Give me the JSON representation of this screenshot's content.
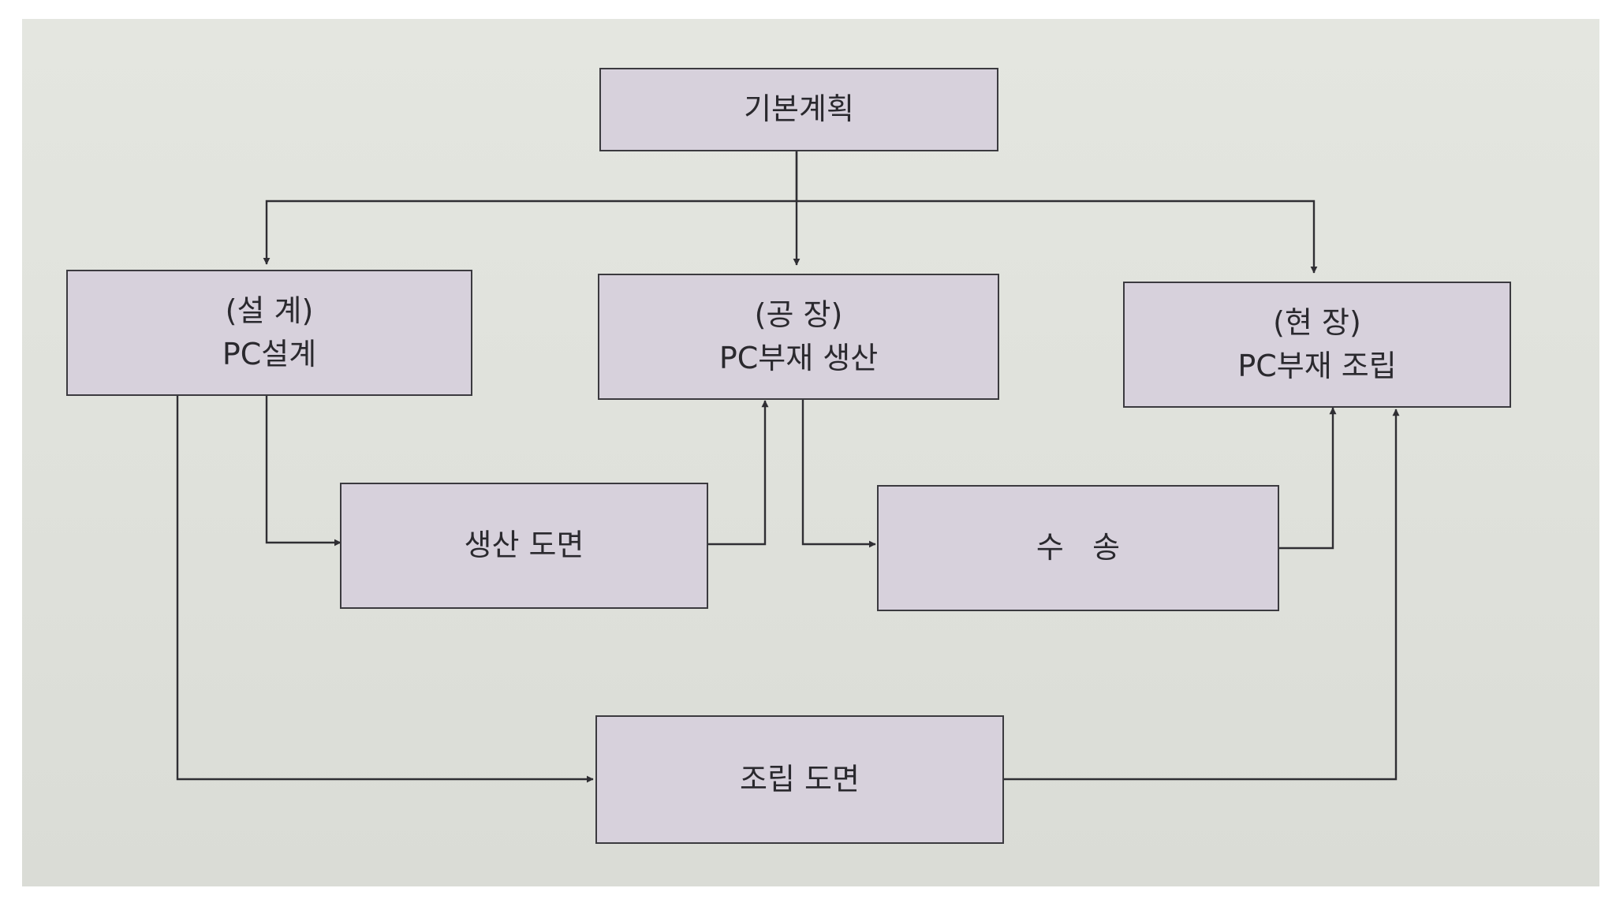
{
  "diagram": {
    "nodes": {
      "basic_plan": {
        "label": "기본계획"
      },
      "design": {
        "category": "(설 계)",
        "label": "PC설계"
      },
      "factory": {
        "category": "(공 장)",
        "label": "PC부재 생산"
      },
      "site": {
        "category": "(현 장)",
        "label": "PC부재 조립"
      },
      "production_drawing": {
        "label": "생산 도면"
      },
      "transport": {
        "label": "수   송"
      },
      "assembly_drawing": {
        "label": "조립 도면"
      }
    },
    "edges": [
      {
        "from": "basic_plan",
        "to": "design"
      },
      {
        "from": "basic_plan",
        "to": "factory"
      },
      {
        "from": "basic_plan",
        "to": "site"
      },
      {
        "from": "design",
        "to": "production_drawing"
      },
      {
        "from": "design",
        "to": "assembly_drawing"
      },
      {
        "from": "production_drawing",
        "to": "factory"
      },
      {
        "from": "factory",
        "to": "transport"
      },
      {
        "from": "transport",
        "to": "site"
      },
      {
        "from": "assembly_drawing",
        "to": "site"
      }
    ],
    "colors": {
      "box_fill": "#d7d1dc",
      "box_border": "#3b3a3f",
      "line": "#2f2e33",
      "background": "#e0e2dc"
    }
  }
}
